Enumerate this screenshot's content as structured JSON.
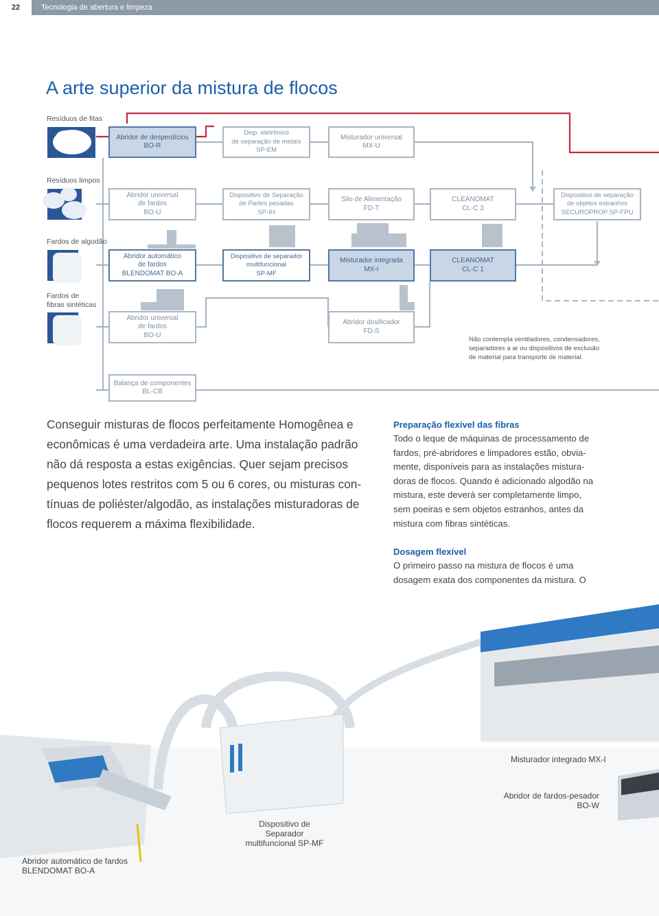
{
  "header": {
    "page_number": "22",
    "section": "Tecnologia de abertura e limpeza"
  },
  "title": "A arte superior da mistura de flocos",
  "rows": {
    "r1": "Resíduos de fitas",
    "r2": "Resíduos limpos",
    "r3": "Fardos de algodão",
    "r4": "Fardos de\nfibras sintéticas"
  },
  "boxes": {
    "bo_r": "Abridor de desperdícios\nBO-R",
    "sp_em": "Disp. eletrônico\nde separação de metais\nSP-EM",
    "mx_u": "Misturador universal\nMX-U",
    "bo_u1": "Abridor universal\nde fardos\nBO-U",
    "sp_ih": "Dispositivo de Separação\nde Partes pesadas\nSP-IH",
    "fd_t": "Silo de Alimentação\nFD-T",
    "cl_c3": "CLEANOMAT\nCL-C 3",
    "sp_fpu": "Dispositivo de separação\nde objetos estranhos\nSECUROPROP SP-FPU",
    "bo_a": "Abridor automático\nde fardos\nBLENDOMAT BO-A",
    "sp_mf": "Dispositivo de separador\nmultifuncional\nSP-MF",
    "mx_i": "Misturador integrada\nMX-I",
    "cl_c1": "CLEANOMAT\nCL-C 1",
    "bo_u2": "Abridor universal\nde fardos\nBO-U",
    "fd_s": "Abridor dosificador\nFD-S",
    "bl_cb": "Balança de componentes\nBL-CB"
  },
  "note": "Não contempla ventiladores, condensadores,\nseparadores a ar ou dispositivos de exclusão\nde material para transporte de material.",
  "intro": "Conseguir misturas de flocos perfeitamente Homogênea e\neconômicas é uma verdadeira arte. Uma instalação padrão\nnão dá resposta a estas exigências. Quer sejam precisos\npequenos lotes restritos com 5 ou 6 cores, ou misturas con-\ntínuas de poliéster/algodão, as instalações misturadoras de\nflocos requerem a máxima flexibilidade.",
  "sections": [
    {
      "heading": "Preparação flexível das fibras",
      "body": "Todo o leque de máquinas de processamento de\nfardos, pré-abridores e limpadores estão, obvia-\nmente, disponíveis para as instalações mistura-\ndoras de flocos. Quando é adicionado algodão na\nmistura, este deverá ser completamente limpo,\nsem poeiras e sem objetos estranhos, antes da\nmistura com fibras sintéticas."
    },
    {
      "heading": "Dosagem flexível",
      "body": "O primeiro passo na mistura de flocos é uma\ndosagem exata dos componentes da mistura. O"
    }
  ],
  "captions": {
    "mx_i": "Misturador integrado MX-I",
    "bo_w": "Abridor de fardos-pesador\nBO-W",
    "sp_mf": "Dispositivo de Separador\nmultifuncional SP-MF",
    "bo_a": "Abridor automático de fardos\nBLENDOMAT BO-A"
  },
  "colors": {
    "accent": "#1b5fa8",
    "line_red": "#c3293d",
    "line_blue": "#a9b6c3",
    "box_fill": "#c9d6e6"
  }
}
